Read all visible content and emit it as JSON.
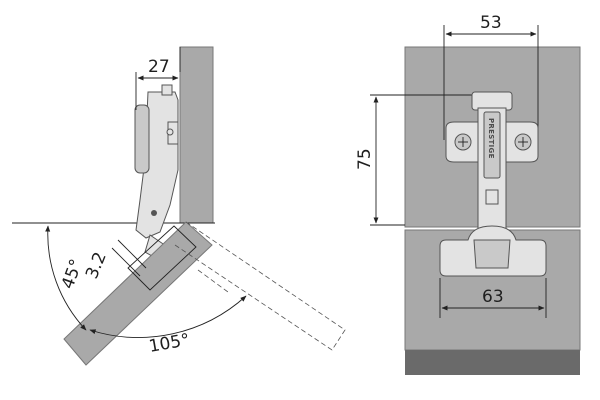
{
  "dimensions": {
    "mount_depth": "27",
    "boring_distance": "3.2",
    "door_angle": "45°",
    "opening_angle": "105°",
    "plate_hole_spacing": "53",
    "plate_height": "75",
    "cup_width": "63"
  },
  "brand": "PRESTIGE",
  "colors": {
    "panel": "#a9a9a9",
    "panel_dark": "#8f8f8f",
    "panel_edge": "#6a6a6a",
    "metal": "#e3e3e3",
    "line": "#222222"
  }
}
